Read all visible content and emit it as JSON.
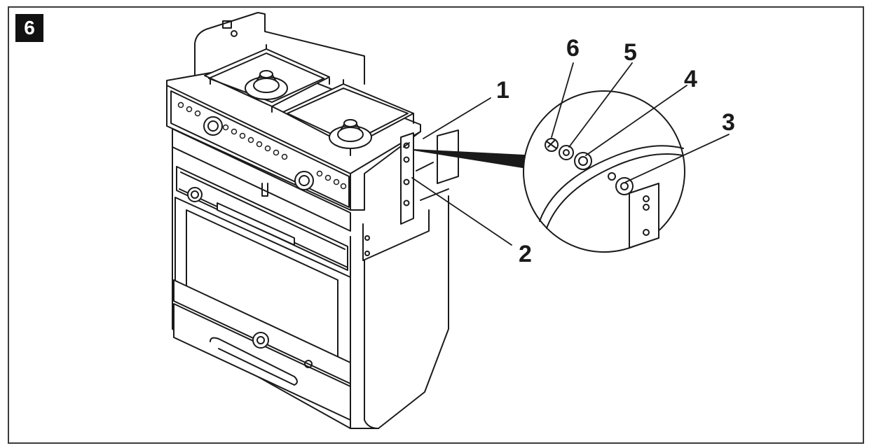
{
  "figure": {
    "number": "6"
  },
  "callouts": [
    {
      "id": "1",
      "label": "1"
    },
    {
      "id": "2",
      "label": "2"
    },
    {
      "id": "3",
      "label": "3"
    },
    {
      "id": "4",
      "label": "4"
    },
    {
      "id": "5",
      "label": "5"
    },
    {
      "id": "6",
      "label": "6"
    }
  ],
  "colors": {
    "line": "#1a1a1a",
    "fill": "#ffffff",
    "badge": "#111111"
  }
}
